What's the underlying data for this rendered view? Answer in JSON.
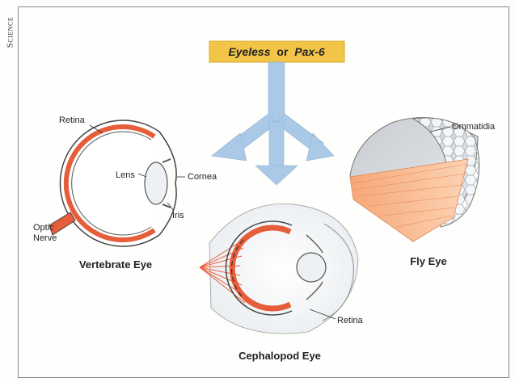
{
  "side_label": "Science",
  "banner": {
    "gene_a": "Eyeless",
    "connector": "or",
    "gene_b": "Pax-6"
  },
  "vertebrate": {
    "caption": "Vertebrate Eye",
    "labels": {
      "retina": "Retina",
      "lens": "Lens",
      "cornea": "Cornea",
      "iris": "Iris",
      "optic": "Optic",
      "nerve": "Nerve"
    }
  },
  "cephalopod": {
    "caption": "Cephalopod Eye",
    "labels": {
      "retina": "Retina"
    }
  },
  "fly": {
    "caption": "Fly Eye",
    "labels": {
      "ommatidia": "Ommatidia"
    }
  },
  "colors": {
    "banner_fill": "#f2c548",
    "arrow_fill": "#a9c9e6",
    "retina_red": "#e65d3a",
    "fly_orange": "#f6b98e"
  }
}
